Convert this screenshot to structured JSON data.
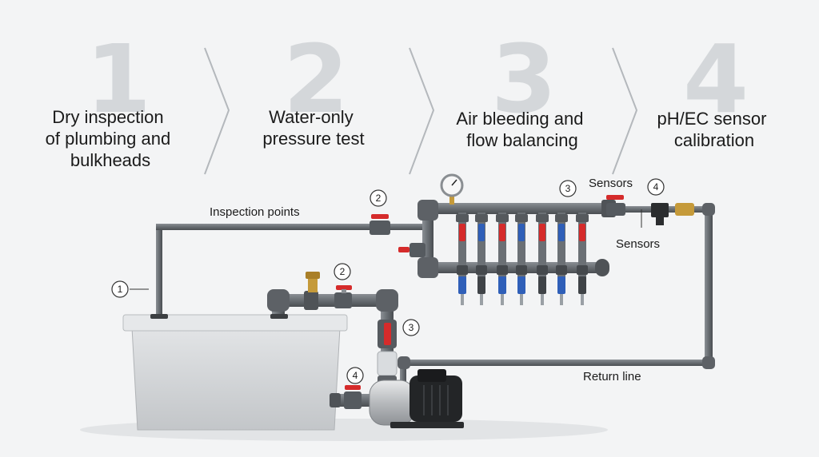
{
  "steps": [
    {
      "number": "1",
      "title_lines": [
        "Dry inspection",
        "of plumbing and",
        "bulkheads"
      ]
    },
    {
      "number": "2",
      "title_lines": [
        "Water-only",
        "pressure test"
      ]
    },
    {
      "number": "3",
      "title_lines": [
        "Air bleeding and",
        "flow balancing"
      ]
    },
    {
      "number": "4",
      "title_lines": [
        "pH/EC sensor",
        "calibration"
      ]
    }
  ],
  "labels": {
    "inspection_points": "Inspection points",
    "sensors_top": "Sensors",
    "sensors_bottom": "Sensors",
    "return_line": "Return line"
  },
  "markers": [
    "1",
    "2",
    "2",
    "3",
    "3",
    "4",
    "4"
  ],
  "colors": {
    "pipe": "#6b7075",
    "valve_red": "#d52b2b",
    "valve_blue": "#2f5fb8",
    "reservoir": "#cfd2d5",
    "pump": "#1f2022",
    "brass": "#c59a3a",
    "big_numeral": "#d4d7da"
  },
  "icons": [
    "pressure-gauge-icon",
    "pump-icon",
    "reservoir-icon",
    "valve-icon"
  ]
}
